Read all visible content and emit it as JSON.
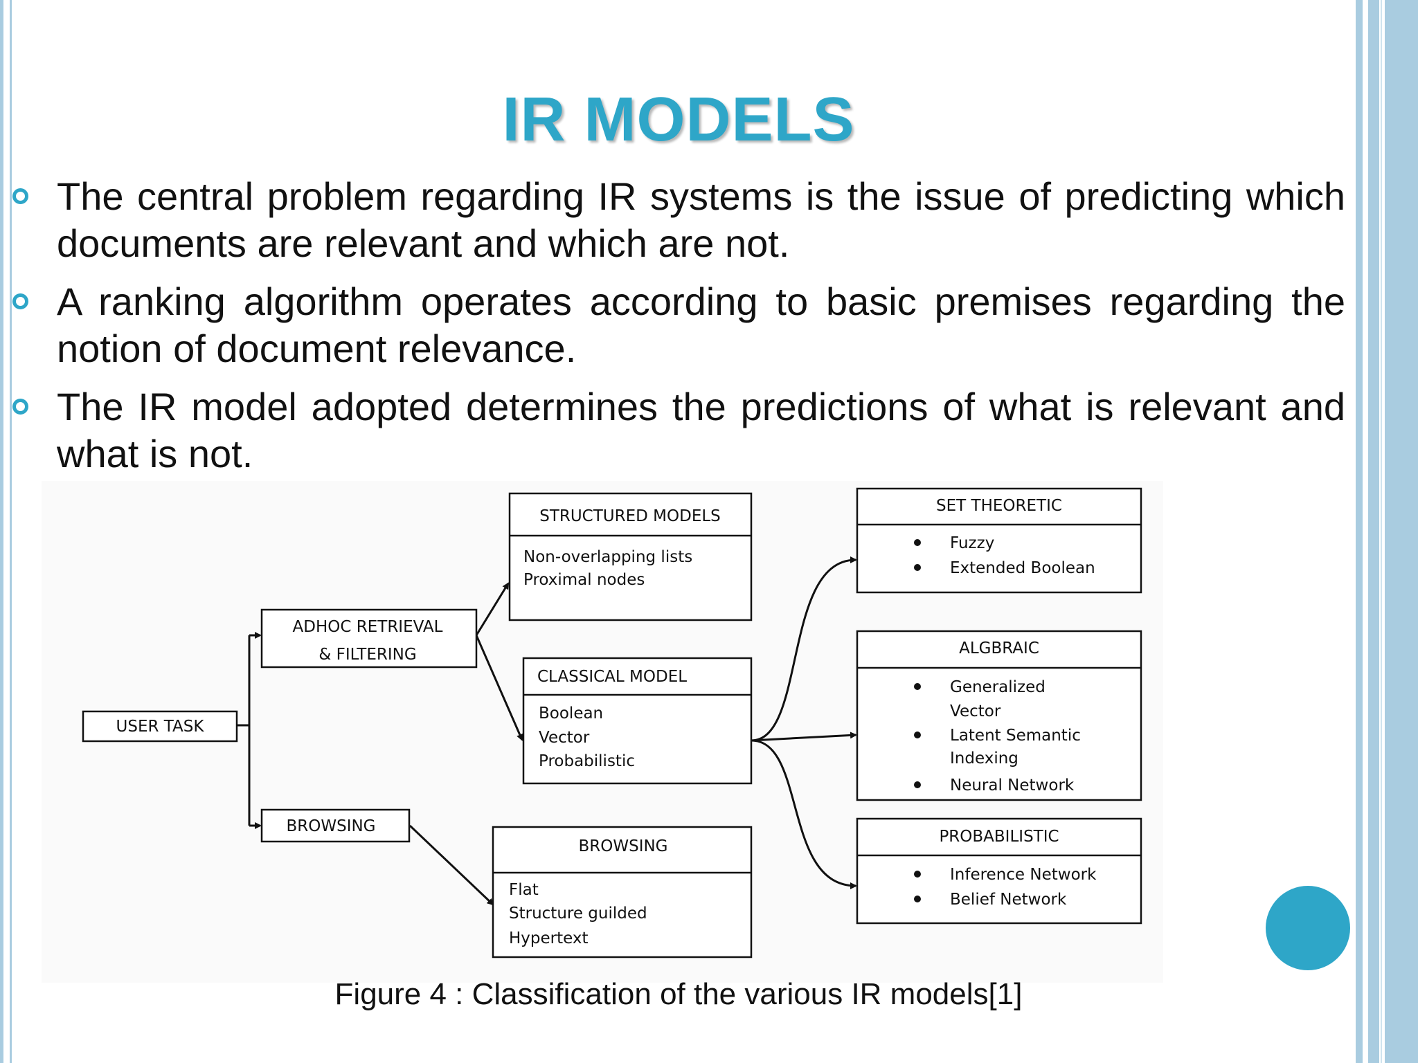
{
  "slide": {
    "title": "IR MODELS",
    "bullets": [
      "The central problem regarding IR systems is the issue of predicting which documents are relevant and which are not.",
      "A ranking algorithm operates according to basic premises regarding the notion of document relevance.",
      "The IR model adopted determines the predictions of what is relevant and what is not."
    ],
    "caption": "Figure 4 : Classification of the various IR models[1]"
  },
  "colors": {
    "accent": "#2ea6c8",
    "border": "#a9cce0",
    "text": "#111111"
  },
  "diagram": {
    "user_task": "USER TASK",
    "adhoc": [
      "ADHOC RETRIEVAL",
      "& FILTERING"
    ],
    "browsing_task": "BROWSING",
    "structured": {
      "header": "STRUCTURED MODELS",
      "items": [
        "Non-overlapping lists",
        "Proximal nodes"
      ]
    },
    "classical": {
      "header": "CLASSICAL MODEL",
      "items": [
        "Boolean",
        "Vector",
        "Probabilistic"
      ]
    },
    "browsing_models": {
      "header": "BROWSING",
      "items": [
        "Flat",
        "Structure guilded",
        "Hypertext"
      ]
    },
    "set_theoretic": {
      "header": "SET THEORETIC",
      "items": [
        "Fuzzy",
        "Extended Boolean"
      ]
    },
    "algebraic": {
      "header": "ALGBRAIC",
      "items": [
        "Generalized",
        "Vector",
        "Latent Semantic",
        "Indexing",
        "Neural Network"
      ]
    },
    "probabilistic": {
      "header": "PROBABILISTIC",
      "items": [
        "Inference Network",
        "Belief Network"
      ]
    }
  }
}
